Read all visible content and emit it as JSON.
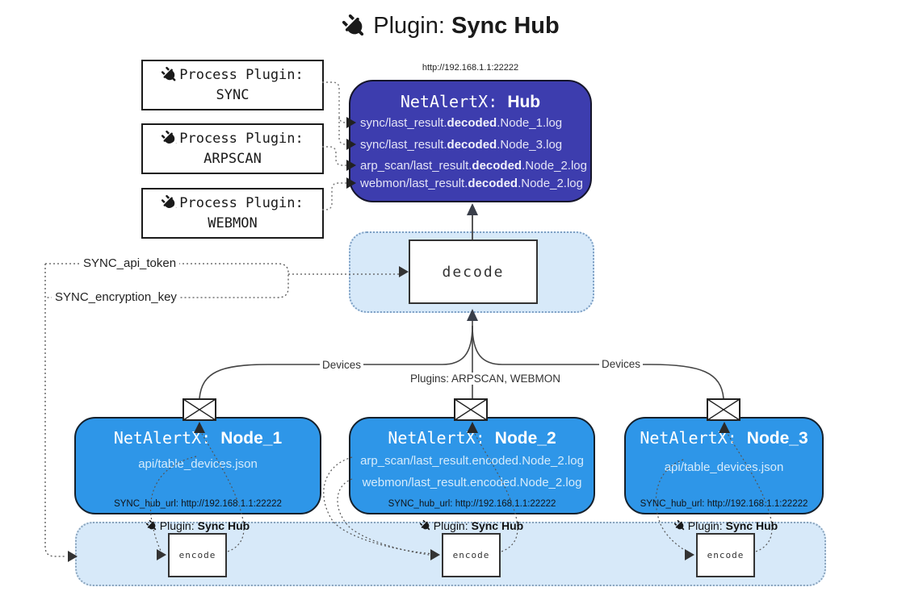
{
  "title": {
    "label": "Plugin:",
    "name": "Sync Hub"
  },
  "hub": {
    "url": "http://192.168.1.1:22222",
    "title_label": "NetAlertX:",
    "title_name": "Hub",
    "logs": [
      {
        "pre": "sync/last_result.",
        "mid": "decoded",
        "post": ".Node_1.log"
      },
      {
        "pre": "sync/last_result.",
        "mid": "decoded",
        "post": ".Node_3.log"
      },
      {
        "pre": "arp_scan/last_result.",
        "mid": "decoded",
        "post": ".Node_2.log"
      },
      {
        "pre": "webmon/last_result.",
        "mid": "decoded",
        "post": ".Node_2.log"
      }
    ]
  },
  "process_plugins": [
    {
      "label": "Process Plugin:",
      "name": "SYNC"
    },
    {
      "label": "Process Plugin:",
      "name": "ARPSCAN"
    },
    {
      "label": "Process Plugin:",
      "name": "WEBMON"
    }
  ],
  "decode": {
    "label": "decode"
  },
  "secrets": {
    "api_token": "SYNC_api_token",
    "encryption_key": "SYNC_encryption_key"
  },
  "edges": {
    "devices_left": "Devices",
    "devices_right": "Devices",
    "plugins": "Plugins: ARPSCAN, WEBMON"
  },
  "nodes": [
    {
      "title_label": "NetAlertX:",
      "title_name": "Node_1",
      "files": [
        "api/table_devices.json"
      ],
      "hub_url": "SYNC_hub_url: http://192.168.1.1:22222"
    },
    {
      "title_label": "NetAlertX:",
      "title_name": "Node_2",
      "files": [
        "arp_scan/last_result.encoded.Node_2.log",
        "webmon/last_result.encoded.Node_2.log"
      ],
      "hub_url": "SYNC_hub_url: http://192.168.1.1:22222"
    },
    {
      "title_label": "NetAlertX:",
      "title_name": "Node_3",
      "files": [
        "api/table_devices.json"
      ],
      "hub_url": "SYNC_hub_url: http://192.168.1.1:22222"
    }
  ],
  "sync_hub_plugins": [
    {
      "label": "Plugin:",
      "name": "Sync Hub",
      "encode": "encode"
    },
    {
      "label": "Plugin:",
      "name": "Sync Hub",
      "encode": "encode"
    },
    {
      "label": "Plugin:",
      "name": "Sync Hub",
      "encode": "encode"
    }
  ],
  "colors": {
    "hub_bg": "#3d3dae",
    "node_bg": "#2e96e8",
    "panel_bg": "#d7e9f9",
    "line": "#444444"
  }
}
